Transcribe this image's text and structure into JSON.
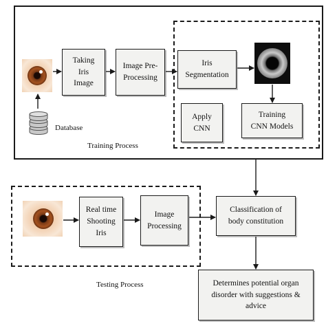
{
  "training": {
    "caption": "Training Process",
    "database_label": "Database",
    "taking_iris_image": "Taking\nIris\nImage",
    "image_preprocessing": "Image Pre-\nProcessing",
    "iris_segmentation": "Iris\nSegmentation",
    "apply_cnn": "Apply\nCNN",
    "training_cnn_models": "Training\nCNN Models"
  },
  "testing": {
    "caption": "Testing Process",
    "real_time_shooting_iris": "Real time\nShooting\nIris",
    "image_processing": "Image\nProcessing"
  },
  "classification": "Classification of\nbody constitution",
  "result": "Determines potential organ\ndisorder with suggestions &\nadvice",
  "colors": {
    "line": "#1a1a1a",
    "box_fill": "#f2f2f0",
    "shadow": "#bdbdbd"
  },
  "icons": [
    "eye-photo-icon",
    "database-icon",
    "segmented-iris-icon"
  ]
}
